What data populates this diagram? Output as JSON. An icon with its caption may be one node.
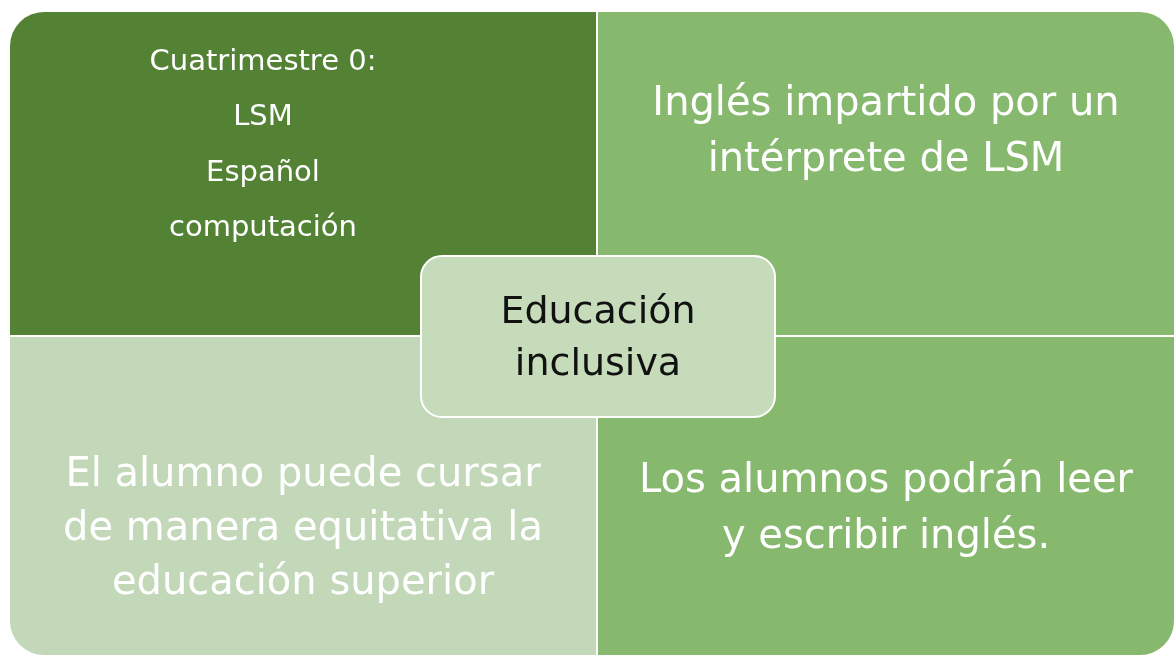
{
  "diagram": {
    "nodes": [
      {
        "text": [
          "Cuatrimestre 0:",
          "LSM",
          "Español",
          "computación"
        ]
      },
      {
        "text": [
          "Inglés impartido por un intérprete de LSM"
        ]
      },
      {
        "text": [
          "Educación inclusiva"
        ]
      },
      {
        "text": [
          "El alumno puede cursar de manera equitativa la educación superior"
        ]
      },
      {
        "text": [
          "Los alumnos podrán leer y escribir inglés."
        ]
      }
    ],
    "edges": []
  }
}
